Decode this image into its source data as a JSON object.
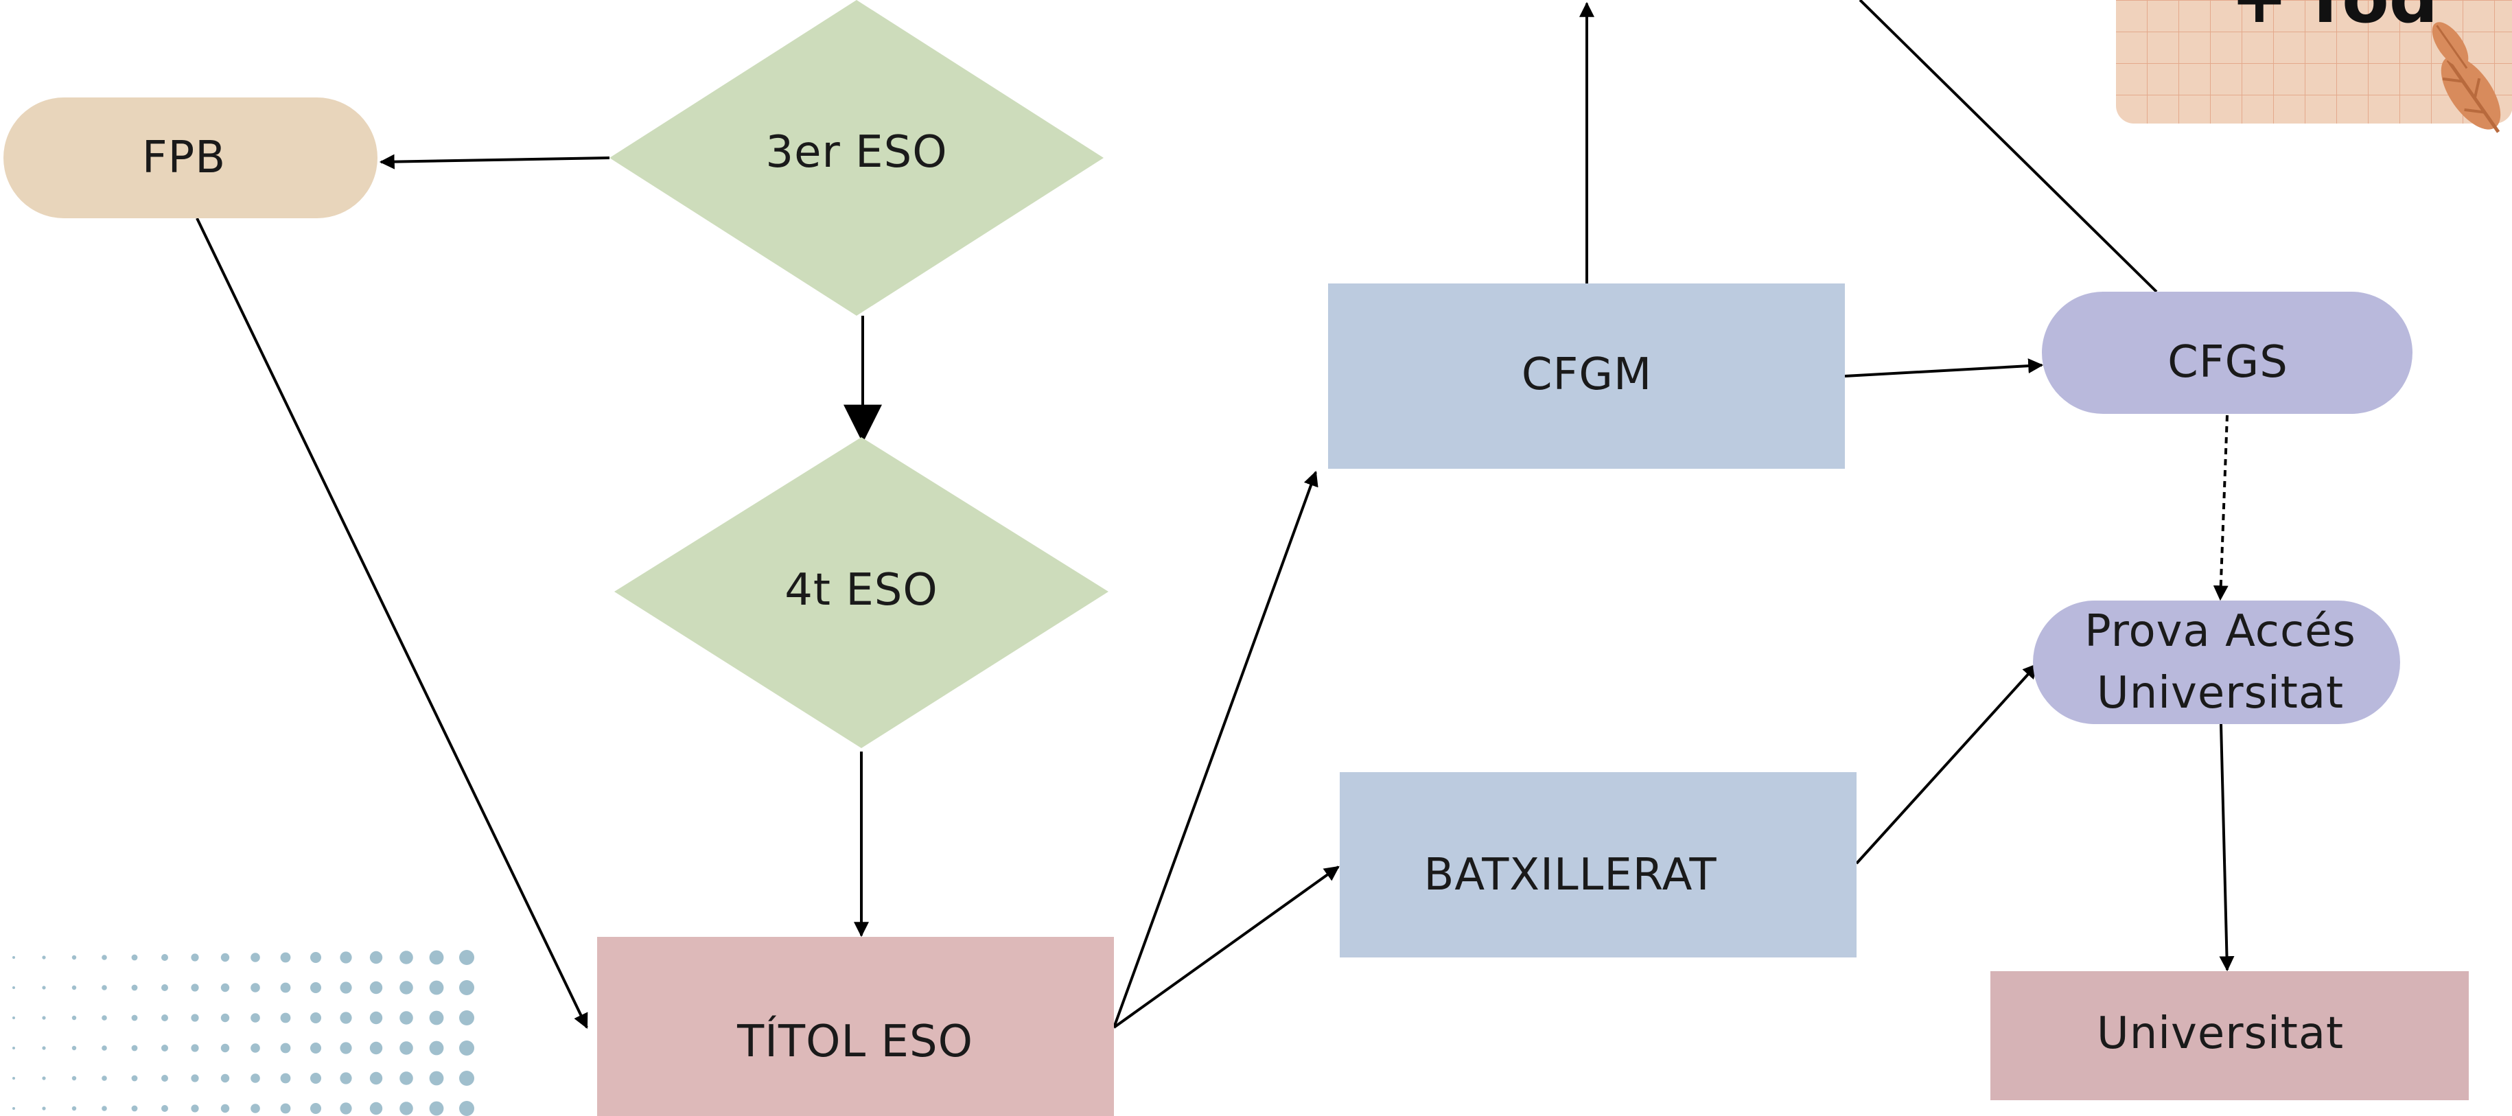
{
  "colors": {
    "background": "#ffffff",
    "fpb": "#e8d5bb",
    "eso": "#cddcbb",
    "titol": "#ddb9b9",
    "cicle_mig": "#bccbdf",
    "superior": "#b9b9dc",
    "universitat": "#d6b3b6",
    "sticker": "#f0d2bc",
    "sticker_grid": "#e4a98c",
    "leaf": "#d88b5c",
    "dots": "#8fb4c4",
    "edge": "#000000"
  },
  "nodes": {
    "fpb": "FPB",
    "eso3": "3er ESO",
    "eso4": "4t ESO",
    "titol_eso": "TÍTOL ESO",
    "cfgm": "CFGM",
    "batxillerat": "BATXILLERAT",
    "cfgs": "CFGS",
    "prova_line1": "Prova Accés",
    "prova_line2": "Universitat",
    "universitat": "Universitat"
  },
  "sticker": {
    "text": "+ fod",
    "icon": "leaf-icon"
  },
  "edges": [
    {
      "from": "3er ESO",
      "to": "FPB",
      "style": "solid"
    },
    {
      "from": "3er ESO",
      "to": "4t ESO",
      "style": "solid"
    },
    {
      "from": "4t ESO",
      "to": "TÍTOL ESO",
      "style": "solid"
    },
    {
      "from": "FPB",
      "to": "TÍTOL ESO",
      "style": "solid"
    },
    {
      "from": "TÍTOL ESO",
      "to": "CFGM",
      "style": "solid"
    },
    {
      "from": "TÍTOL ESO",
      "to": "BATXILLERAT",
      "style": "solid"
    },
    {
      "from": "CFGM",
      "to": "CFGS",
      "style": "solid"
    },
    {
      "from": "CFGS",
      "to": "Prova Accés Universitat",
      "style": "dashed"
    },
    {
      "from": "BATXILLERAT",
      "to": "Prova Accés Universitat",
      "style": "solid"
    },
    {
      "from": "Prova Accés Universitat",
      "to": "Universitat",
      "style": "solid"
    }
  ]
}
